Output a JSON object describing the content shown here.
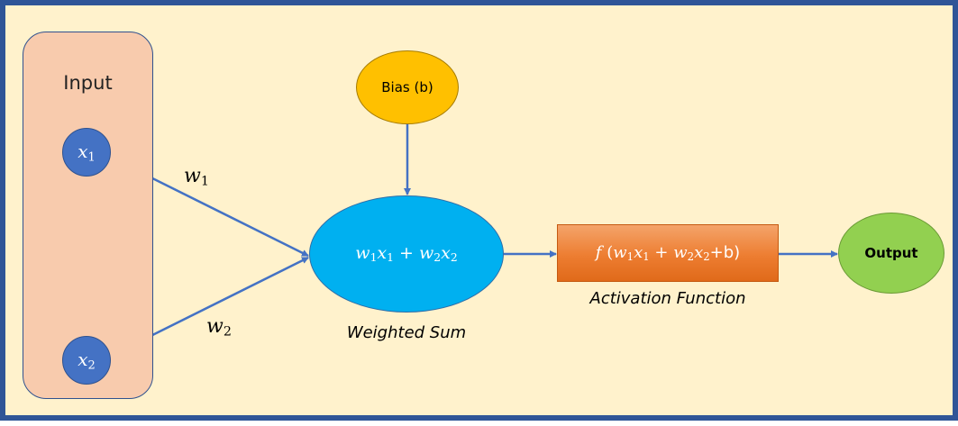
{
  "input": {
    "title": "Input"
  },
  "nodes": {
    "x1": {
      "base": "x",
      "sub": "1"
    },
    "x2": {
      "base": "x",
      "sub": "2"
    }
  },
  "weights": {
    "w1": {
      "base": "w",
      "sub": "1"
    },
    "w2": {
      "base": "w",
      "sub": "2"
    }
  },
  "bias": {
    "label": "Bias (b)"
  },
  "weighted_sum": {
    "w1": "w",
    "s1": "1",
    "x1": "x",
    "s2": "1",
    "plus": " + ",
    "w2": "w",
    "s3": "2",
    "x2": "x",
    "s4": "2",
    "caption": "Weighted Sum"
  },
  "activation": {
    "f": "f",
    "open": " (",
    "w1": "w",
    "s1": "1",
    "x1": "x",
    "s2": "1",
    "plus": " + ",
    "w2": "w",
    "s3": "2",
    "x2": "x",
    "s4": "2",
    "bias": "+b)",
    "caption": "Activation Function"
  },
  "output": {
    "label": "Output"
  },
  "colors": {
    "background": "#fff2cc",
    "frame": "#2f5597",
    "input_panel": "#f8cbad",
    "input_node": "#4472c4",
    "bias_node": "#ffc000",
    "sum_node": "#00b0f0",
    "activation_box": "#ed7d31",
    "output_node": "#92d050",
    "connector": "#4472c4"
  }
}
